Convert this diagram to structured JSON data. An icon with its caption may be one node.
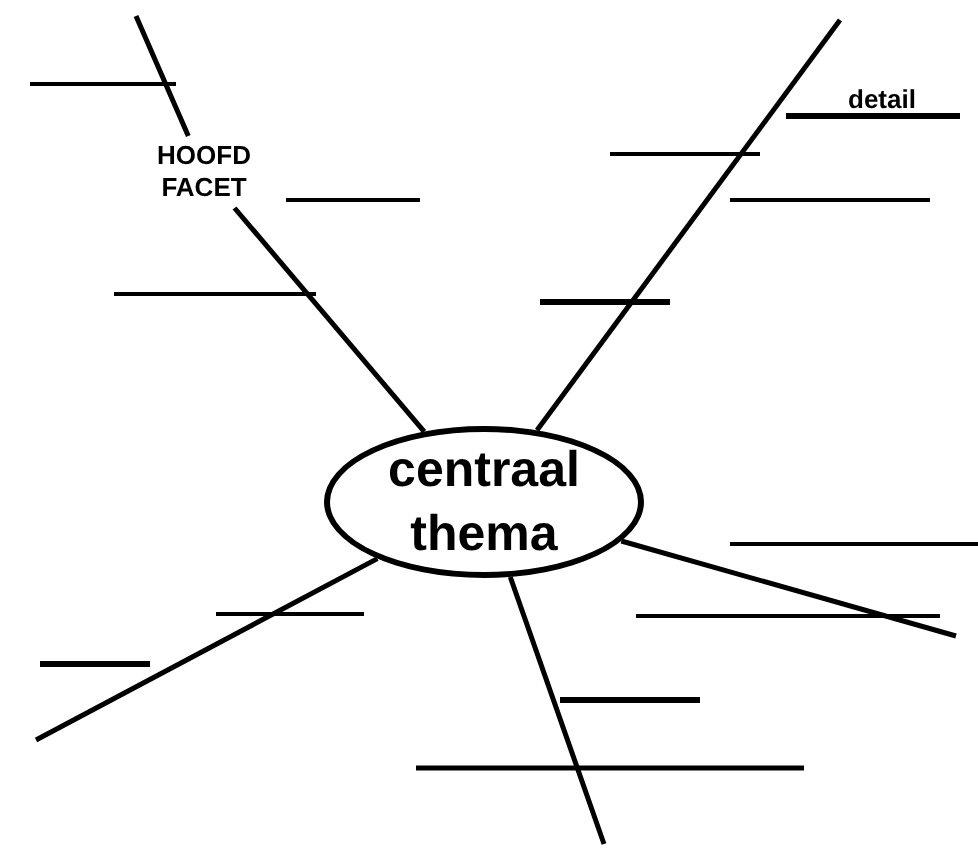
{
  "diagram": {
    "nodes": [
      {
        "text": [
          "centraal thema"
        ]
      },
      {
        "text": [
          "HOOFD FACET"
        ]
      }
    ],
    "edges": [
      {
        "from": 0,
        "to": 1,
        "arrow": "none"
      },
      {
        "from": 1,
        "to": null,
        "arrow": "none"
      },
      {
        "from": 0,
        "to": null,
        "arrow": "none"
      },
      {
        "from": 0,
        "to": null,
        "arrow": "none"
      },
      {
        "from": 0,
        "to": null,
        "arrow": "none"
      },
      {
        "from": 0,
        "to": null,
        "arrow": "none"
      }
    ],
    "labels": [
      "detail"
    ]
  }
}
